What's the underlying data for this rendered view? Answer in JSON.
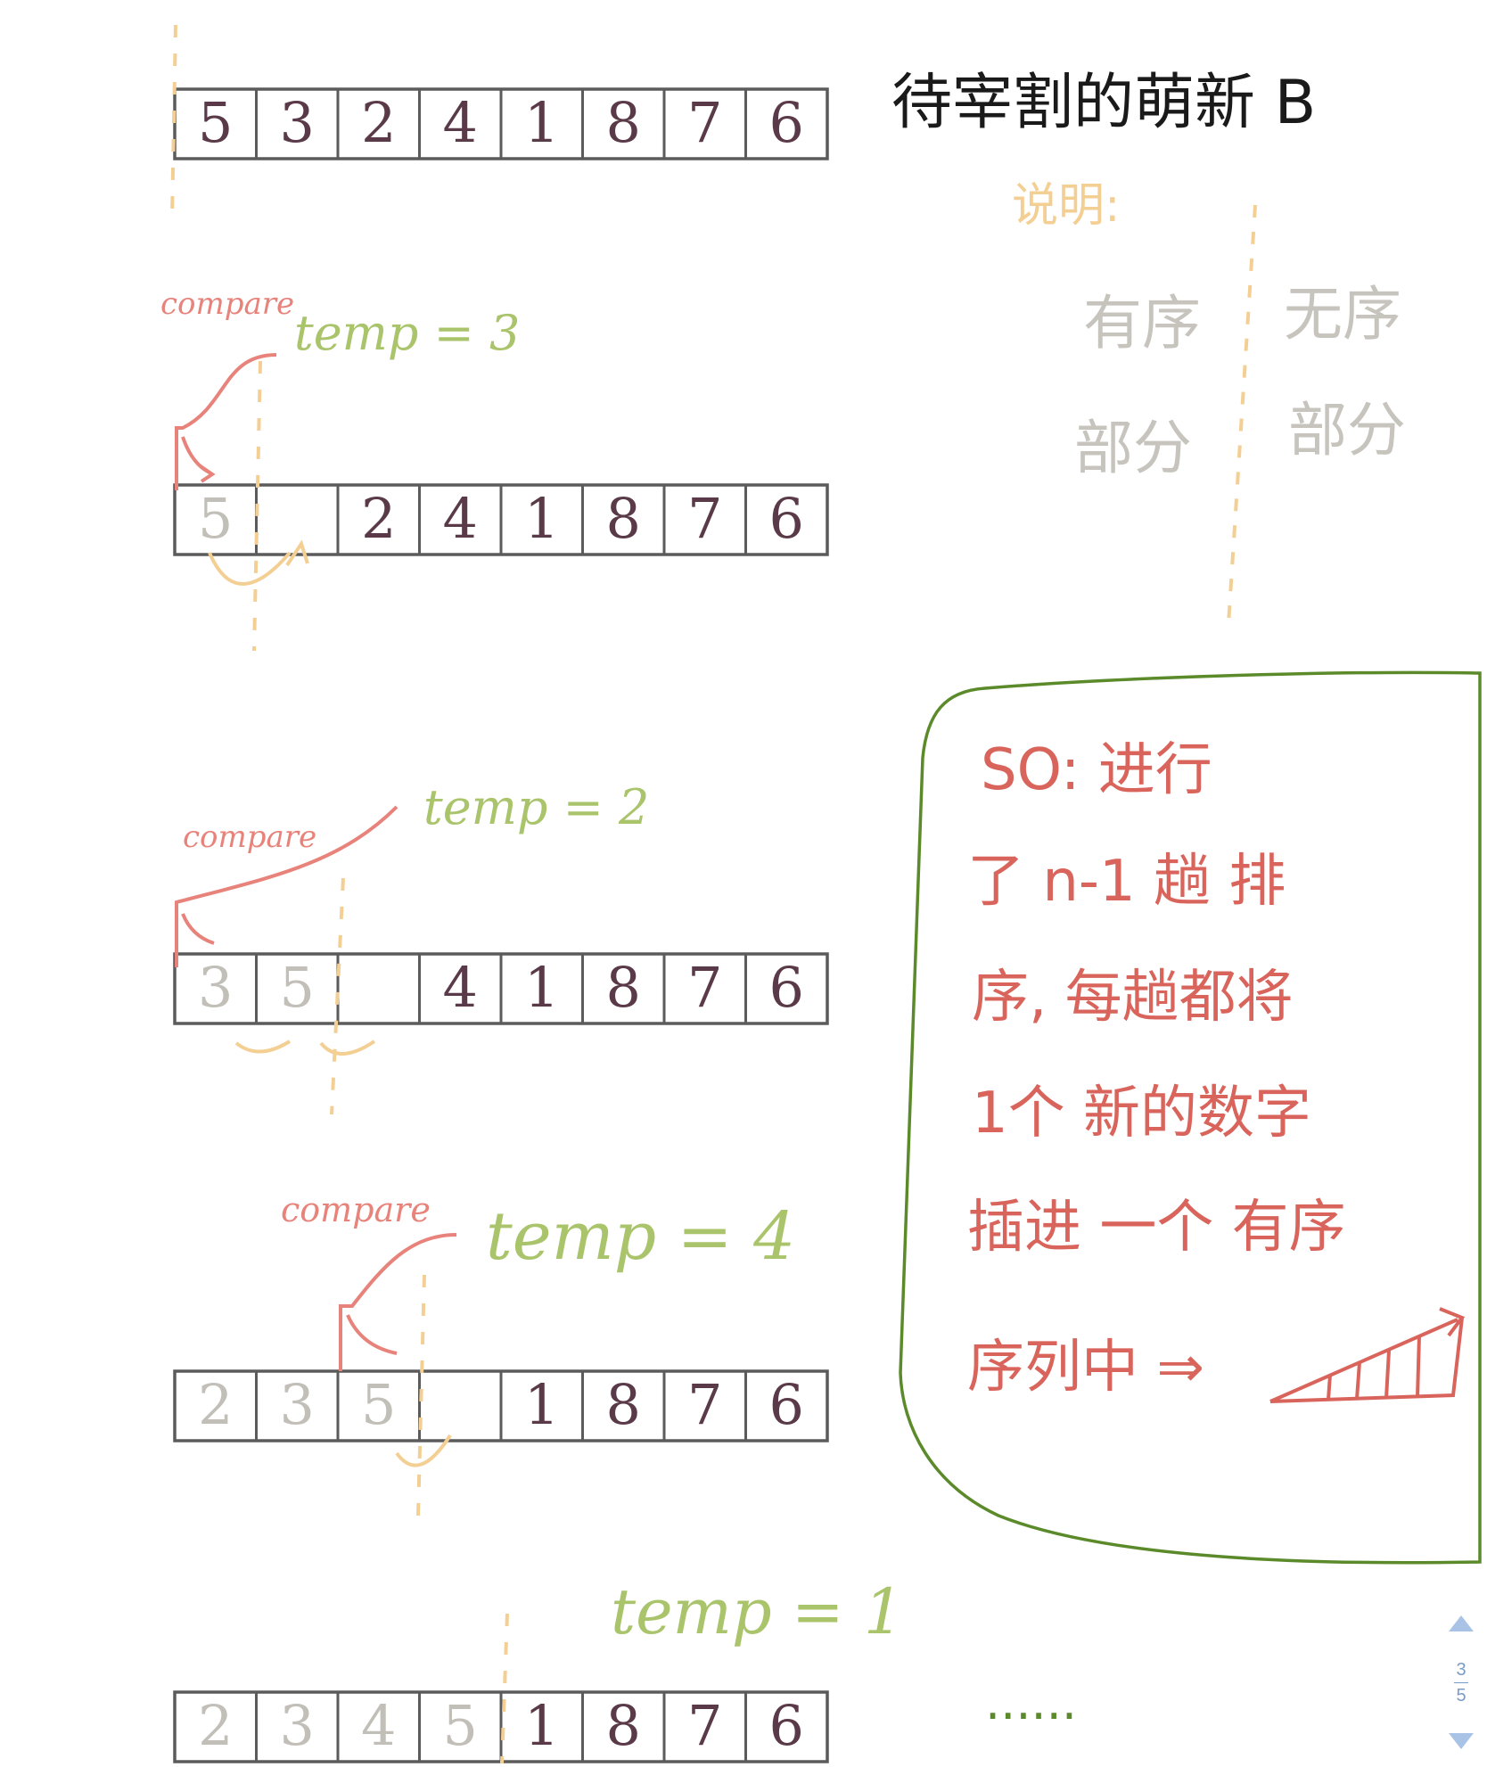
{
  "title": "待宰割的萌新 B",
  "legend": {
    "label": "说明:",
    "sorted_line1": "有序",
    "sorted_line2": "部分",
    "unsorted_line1": "无序",
    "unsorted_line2": "部分"
  },
  "steps": [
    {
      "cells": [
        "5",
        "3",
        "2",
        "4",
        "1",
        "8",
        "7",
        "6"
      ],
      "sorted_count": 0,
      "empty_index": null,
      "compare_label": "",
      "temp_label": ""
    },
    {
      "cells": [
        "5",
        "",
        "2",
        "4",
        "1",
        "8",
        "7",
        "6"
      ],
      "sorted_count": 1,
      "empty_index": 1,
      "compare_label": "compare",
      "temp_label": "temp = 3"
    },
    {
      "cells": [
        "3",
        "5",
        "",
        "4",
        "1",
        "8",
        "7",
        "6"
      ],
      "sorted_count": 2,
      "empty_index": 2,
      "compare_label": "compare",
      "temp_label": "temp = 2"
    },
    {
      "cells": [
        "2",
        "3",
        "5",
        "",
        "1",
        "8",
        "7",
        "6"
      ],
      "sorted_count": 3,
      "empty_index": 3,
      "compare_label": "compare",
      "temp_label": "temp = 4"
    },
    {
      "cells": [
        "2",
        "3",
        "4",
        "5",
        "1",
        "8",
        "7",
        "6"
      ],
      "sorted_count": 4,
      "empty_index": null,
      "compare_label": "",
      "temp_label": "temp = 1"
    }
  ],
  "summary": {
    "lines": [
      "SO: 进行",
      "了 n-1 趟 排",
      "序, 每趟都将",
      "1个 新的数字",
      "插进 一个 有序",
      "序列中 ⇒"
    ]
  },
  "ellipsis": "......",
  "pager": {
    "current": "3",
    "total": "5"
  },
  "colors": {
    "sorted_digit": "#c2bfb8",
    "unsorted_digit": "#5a3a48",
    "compare": "#e8837b",
    "temp": "#a9c46a",
    "divider": "#f4cf94",
    "box_border": "#5b5b5b",
    "summary_border": "#5b8a2a",
    "summary_text": "#d9645c"
  }
}
